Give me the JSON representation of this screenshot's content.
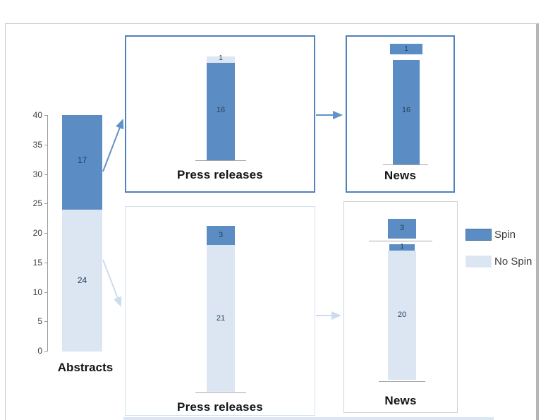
{
  "figure": {
    "description": "Flow of spin from article abstracts to press releases and news stories",
    "abstracts_title": "Abstracts"
  },
  "colors": {
    "spin": "#5b8dc4",
    "no_spin": "#dce6f2",
    "legend_spin_border": "#41719c",
    "top_box_border": "#4f81bd",
    "press_bottom_box_border": "#d3e1ef",
    "news_bottom_box_border": "#d2d2d2",
    "baseline": "#a6a6a6",
    "axis": "#9b9b9b",
    "frame": "#c9c9c9",
    "arrow_spin": "#6093c7",
    "arrow_no_spin": "#ccdcee",
    "value_label": "#23405c",
    "bottom_band": "#dce6f2"
  },
  "legend": {
    "items": [
      {
        "label": "Spin",
        "color": "#5b8dc4"
      },
      {
        "label": "No Spin",
        "color": "#dce6f2"
      }
    ]
  },
  "chart_data": [
    {
      "id": "abstracts",
      "type": "bar",
      "subtype": "stacked",
      "title": "Abstracts",
      "ylim": [
        0,
        40
      ],
      "yticks": [
        0,
        5,
        10,
        15,
        20,
        25,
        30,
        35,
        40
      ],
      "grid": false,
      "segments": [
        {
          "series": "Spin",
          "value": 17,
          "label": "17"
        },
        {
          "series": "No Spin",
          "value": 24,
          "label": "24"
        }
      ],
      "total": 41
    },
    {
      "id": "press-releases-from-spin",
      "type": "bar",
      "subtype": "stacked",
      "title": "Press releases",
      "segments": [
        {
          "series": "No Spin",
          "value": 1,
          "label": "1"
        },
        {
          "series": "Spin",
          "value": 16,
          "label": "16"
        }
      ],
      "total": 17
    },
    {
      "id": "news-from-spin",
      "type": "bar",
      "subtype": "stacked",
      "title": "News",
      "segments": [
        {
          "series": "Spin",
          "value": 1,
          "label": "1",
          "detached": true
        },
        {
          "series": "Spin",
          "value": 16,
          "label": "16"
        }
      ],
      "total": 17
    },
    {
      "id": "press-releases-from-no-spin",
      "type": "bar",
      "subtype": "stacked",
      "title": "Press releases",
      "segments": [
        {
          "series": "Spin",
          "value": 3,
          "label": "3"
        },
        {
          "series": "No Spin",
          "value": 21,
          "label": "21"
        }
      ],
      "total": 24
    },
    {
      "id": "news-from-no-spin",
      "type": "bar",
      "subtype": "stacked",
      "title": "News",
      "segments": [
        {
          "series": "Spin",
          "value": 3,
          "label": "3",
          "detached": true
        },
        {
          "series": "Spin",
          "value": 1,
          "label": "1"
        },
        {
          "series": "No Spin",
          "value": 20,
          "label": "20"
        }
      ],
      "total": 24
    }
  ],
  "arrows": [
    {
      "from": "abstracts-spin-segment",
      "to": "press-releases-from-spin",
      "style": "spin"
    },
    {
      "from": "press-releases-from-spin",
      "to": "news-from-spin",
      "style": "spin"
    },
    {
      "from": "abstracts-no-spin-segment",
      "to": "press-releases-from-no-spin",
      "style": "no_spin"
    },
    {
      "from": "press-releases-from-no-spin",
      "to": "news-from-no-spin",
      "style": "no_spin"
    }
  ]
}
